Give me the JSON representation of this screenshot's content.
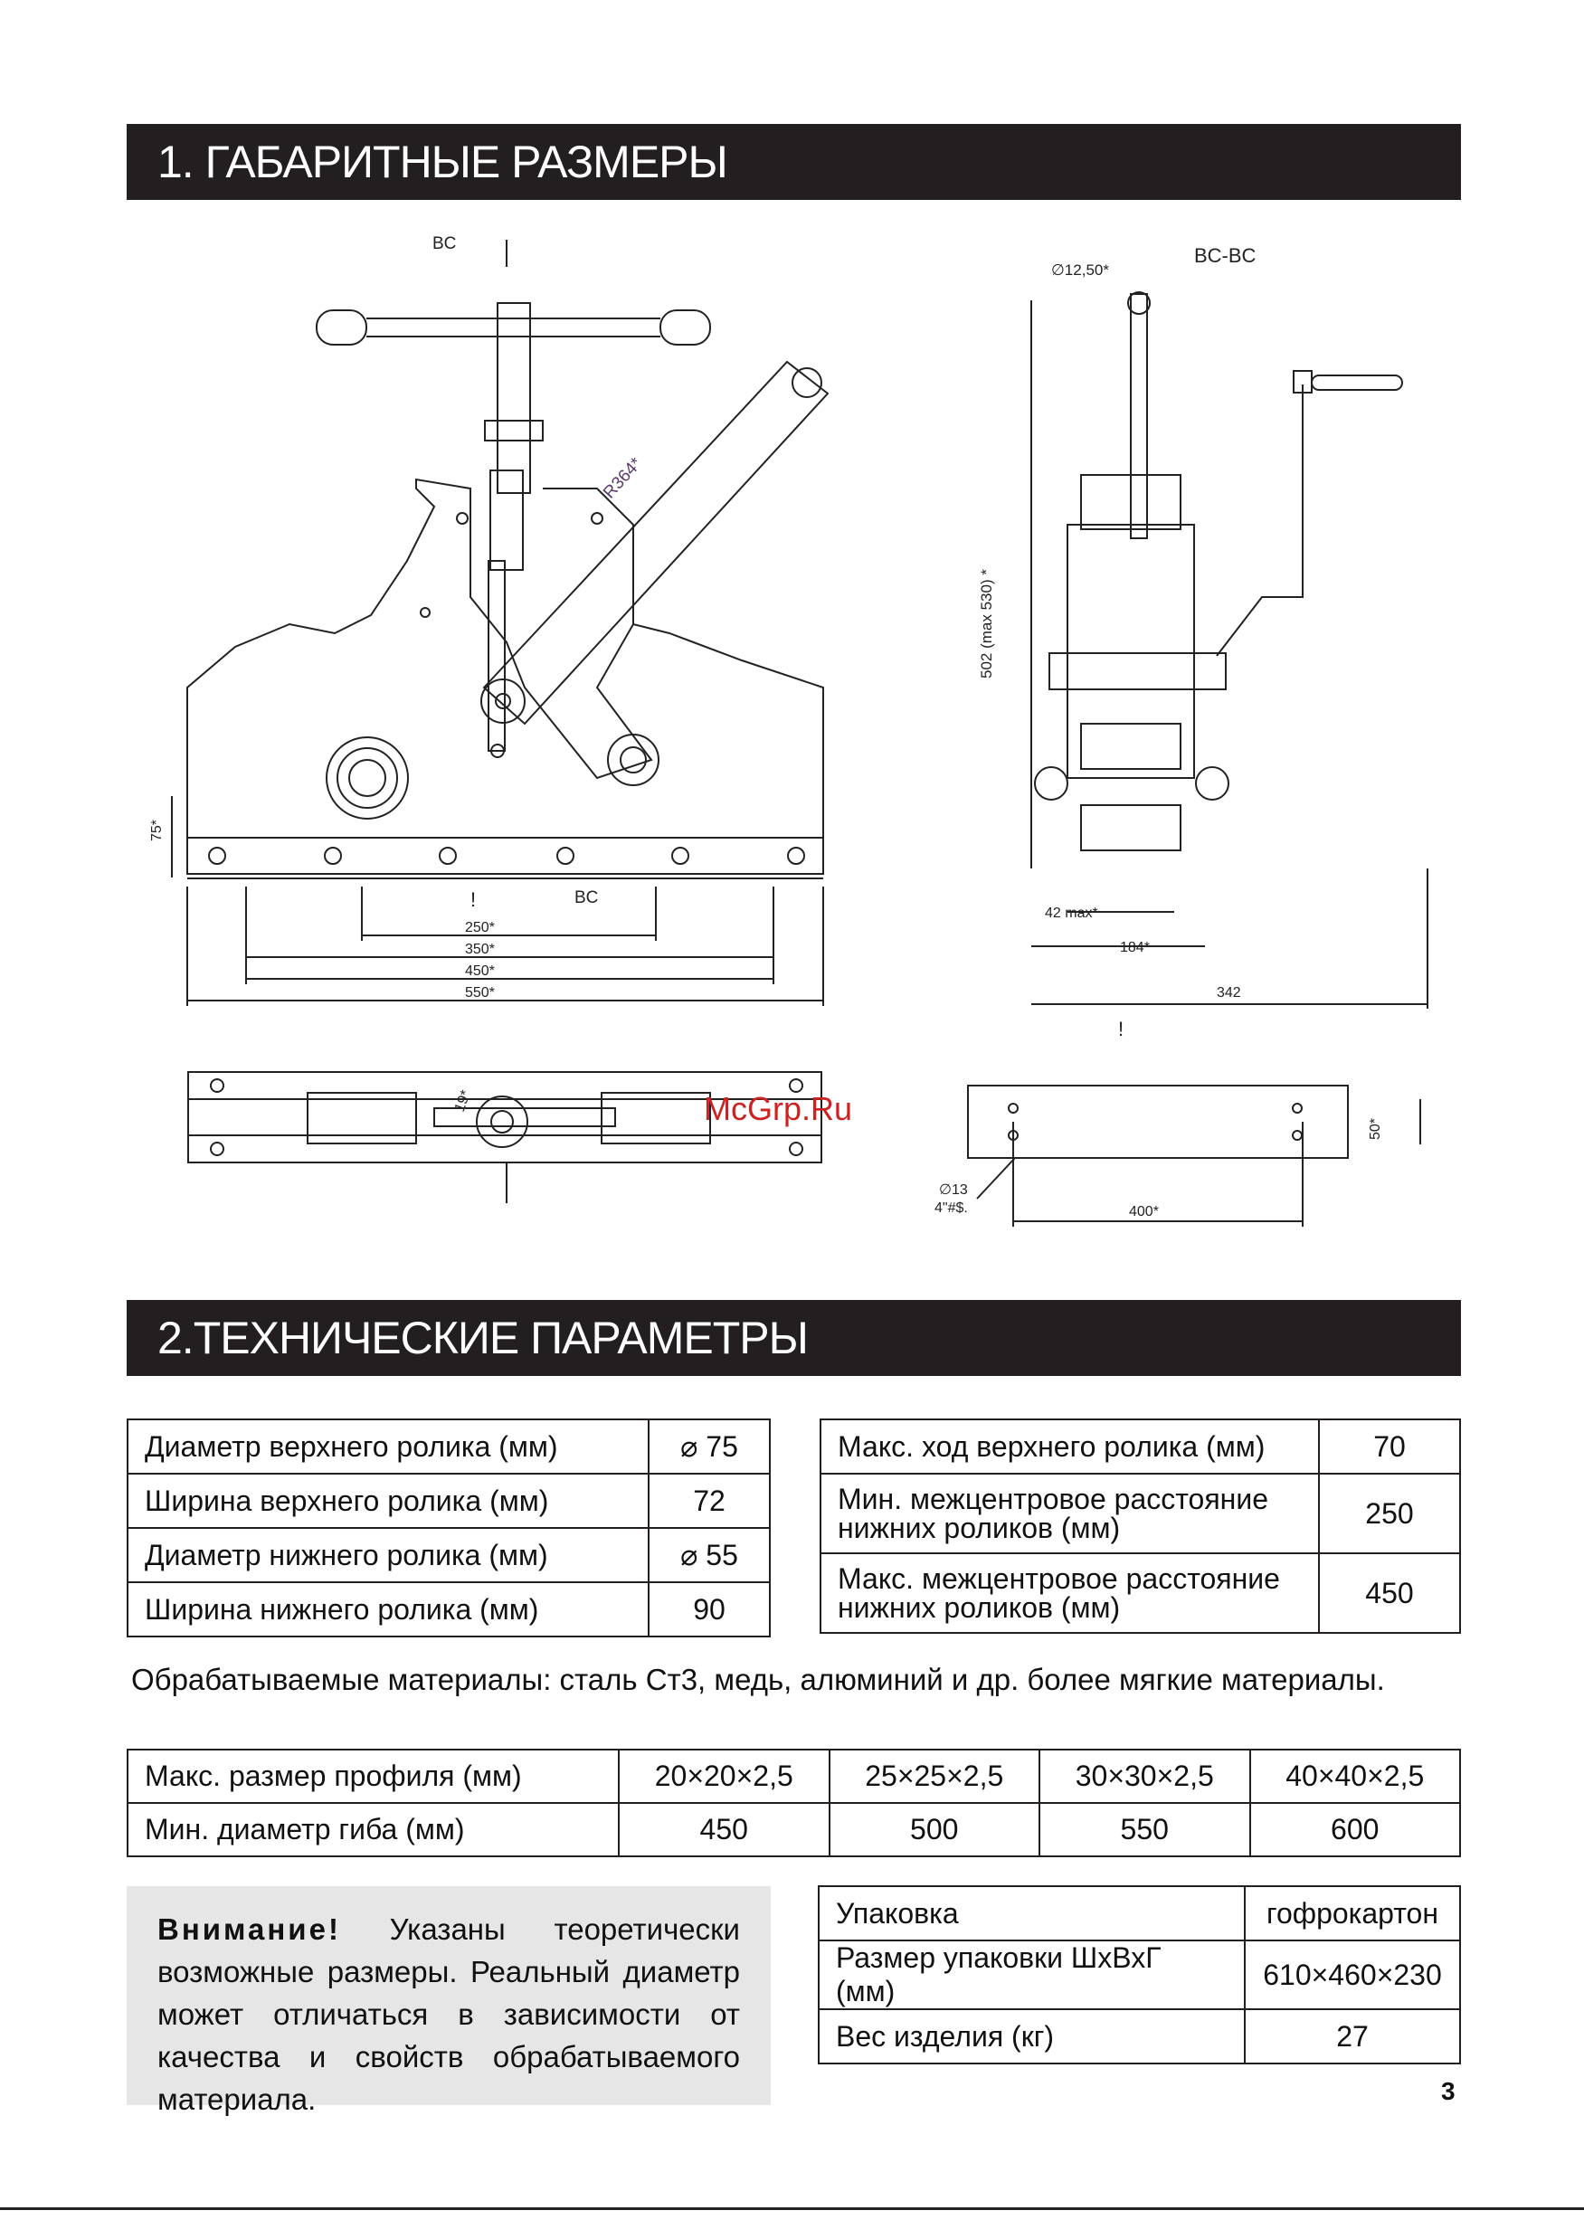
{
  "sections": {
    "dimensions_title": "1. ГАБАРИТНЫЕ РАЗМЕРЫ",
    "technical_title": "2.ТЕХНИЧЕСКИЕ ПАРАМЕТРЫ"
  },
  "drawing_labels": {
    "section_mark": "BC",
    "section_view": "BC-BC",
    "radius": "R364*",
    "diameter_top": "∅12,50*",
    "height": "502 (max 530) *",
    "height_75": "75*",
    "exclaim": "!",
    "dim_250": "250*",
    "dim_350": "350*",
    "dim_450": "450*",
    "dim_550": "550*",
    "dim_42": "42 max*",
    "dim_184": "184*",
    "dim_342": "342",
    "angle_19": "19*",
    "hole_13": "∅13",
    "hole_count": "4\"#$.",
    "dim_400": "400*",
    "dim_50": "50*"
  },
  "watermark": "McGrp.Ru",
  "table_rollers": [
    {
      "param": "Диаметр верхнего ролика (мм)",
      "value": "⌀ 75"
    },
    {
      "param": "Ширина верхнего ролика (мм)",
      "value": "72"
    },
    {
      "param": "Диаметр нижнего ролика (мм)",
      "value": "⌀ 55"
    },
    {
      "param": "Ширина нижнего ролика (мм)",
      "value": "90"
    }
  ],
  "table_distances": [
    {
      "param": "Макс. ход верхнего ролика (мм)",
      "value": "70"
    },
    {
      "param_line1": "Мин. межцентровое расстояние",
      "param_line2": "нижних роликов (мм)",
      "value": "250"
    },
    {
      "param_line1": "Макс. межцентровое расстояние",
      "param_line2": "нижних роликов (мм)",
      "value": "450"
    }
  ],
  "materials": "Обрабатываемые материалы: сталь Ст3, медь,  алюминий и др. более мягкие материалы.",
  "table_profiles": {
    "row1_label": "Макс. размер профиля (мм)",
    "row1_values": [
      "20×20×2,5",
      "25×25×2,5",
      "30×30×2,5",
      "40×40×2,5"
    ],
    "row2_label": "Мин. диаметр гиба (мм)",
    "row2_values": [
      "450",
      "500",
      "550",
      "600"
    ]
  },
  "note": {
    "bold": "Внимание!",
    "text": " Указаны теоретически возможные размеры. Реальный диаметр может отличаться в зависимости от качества и свойств обрабатываемого материала."
  },
  "table_package": [
    {
      "param": "Упаковка",
      "value": "гофрокартон"
    },
    {
      "param": "Размер упаковки ШхВхГ (мм)",
      "value": "610×460×230"
    },
    {
      "param": "Вес изделия (кг)",
      "value": "27"
    }
  ],
  "page_number": "3"
}
